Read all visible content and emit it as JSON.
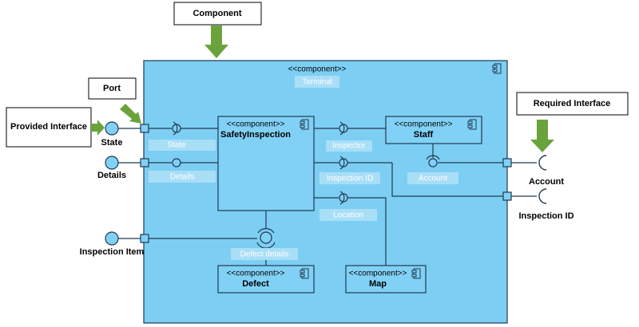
{
  "colors": {
    "container_fill": "#7dcef3",
    "component_fill": "#81d1f6",
    "port_fill": "#81d1f6",
    "tag_fill": "#a9def7",
    "arrow": "#6aa33b",
    "line": "#1f3a50"
  },
  "callouts": {
    "component": "Component",
    "port": "Port",
    "provided_interface": "Provided Interface",
    "required_interface": "Required Interface"
  },
  "container": {
    "stereotype": "<<component>>",
    "name_tag": "Terminal"
  },
  "components": {
    "safety_inspection": {
      "stereotype": "<<component>>",
      "name": "SafetyInspection"
    },
    "staff": {
      "stereotype": "<<component>>",
      "name": "Staff"
    },
    "defect": {
      "stereotype": "<<component>>",
      "name": "Defect"
    },
    "map": {
      "stereotype": "<<component>>",
      "name": "Map"
    }
  },
  "interface_tags": {
    "state": "State",
    "details": "Details",
    "inspector": "Inspector",
    "inspection_id": "Inspection ID",
    "account": "Account",
    "location": "Location",
    "defect_details": "Defect details"
  },
  "external_labels": {
    "state": "State",
    "details": "Details",
    "inspection_item": "Inspection Item",
    "account": "Account",
    "inspection_id": "Inspection ID"
  }
}
